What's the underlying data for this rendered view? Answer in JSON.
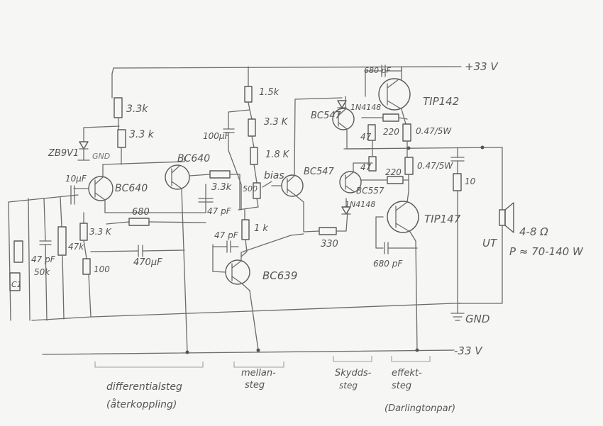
{
  "supply": {
    "positive": "+33 V",
    "negative": "-33 V",
    "ground": "GND",
    "gnd_small": "GND"
  },
  "transistors": {
    "q_diff_left": "BC640",
    "q_diff_right": "BC640",
    "q_vas": "BC639",
    "q_driver_top": "BC547",
    "q_bias": "BC547",
    "q_driver_bot": "BC557",
    "q_out_top": "TIP142",
    "q_out_bot": "TIP147"
  },
  "resistors": {
    "r_33k_top": "3.3k",
    "r_33k_mid": "3.3 k",
    "r_diff": "3.3k",
    "r_680": "680",
    "r_100": "100",
    "r_47k": "47k",
    "r_33k_fb": "3.3 K",
    "r_15k": "1.5k",
    "r_33k_bias": "3.3 K",
    "r_18k": "1.8 K",
    "r_1k": "1 k",
    "r_330": "330",
    "r_47_top": "47",
    "r_47_bot": "47",
    "r_220_top": "220",
    "r_220_bot": "220",
    "r_047_top": "0.47/5W",
    "r_047_bot": "0.47/5W",
    "r_10": "10"
  },
  "capacitors": {
    "c_10uf": "10µF",
    "c_47pf_in": "47 pF",
    "c_470uf": "470µF",
    "c_100uf": "100µF",
    "c_47pf_fb": "47 pF",
    "c_47pf_vas": "47 pF",
    "c_680pf_top": "680 pF",
    "c_680pf_bot": "680 pF"
  },
  "misc": {
    "zener": "ZB9V1",
    "diode_top": "1N4148",
    "diode_bot": "1N4148",
    "pot_50k": "50k",
    "pot_bias": "500",
    "bias_label": "bias",
    "input_cap": "C1",
    "output_label": "UT",
    "speaker_impedance": "4-8 Ω",
    "power_rating": "P ≈ 70-140 W"
  },
  "sections": {
    "differential": "differentialsteg",
    "differential_sub": "(återkoppling)",
    "middle": "mellan-",
    "middle_sub": "steg",
    "protection": "Skydds-",
    "protection_sub": "steg",
    "output": "effekt-",
    "output_sub": "steg",
    "output_note": "(Darlingtonpar)"
  }
}
